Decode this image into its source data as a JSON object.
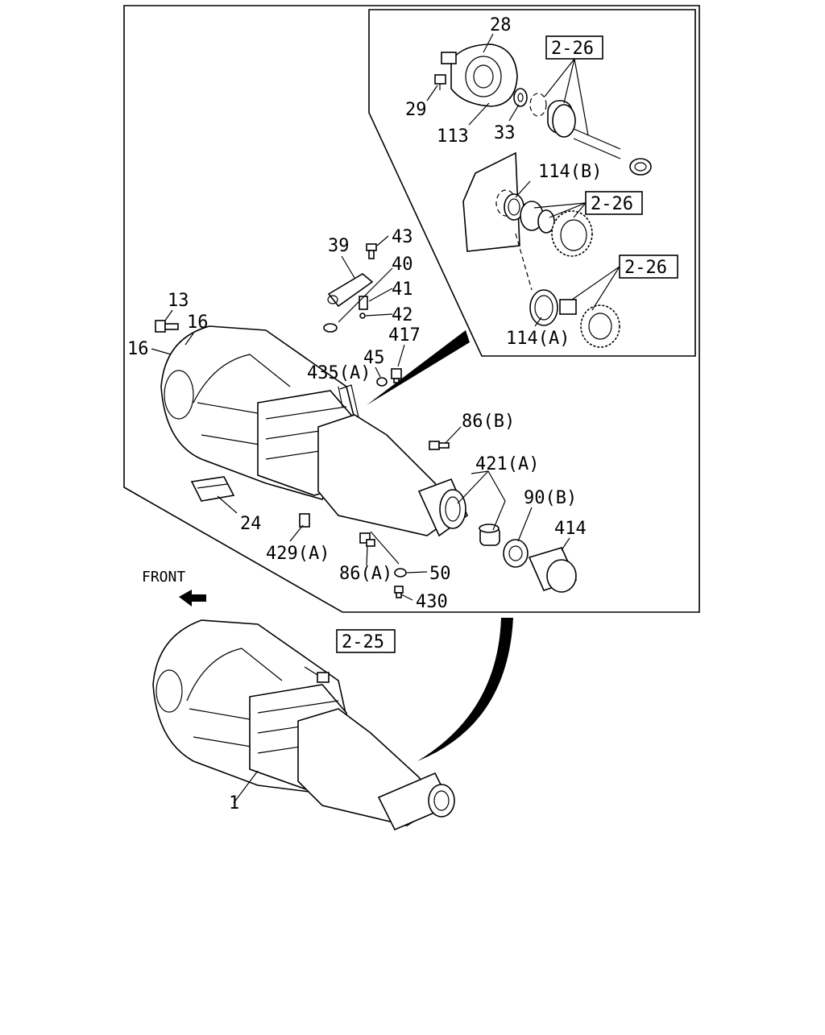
{
  "labels": {
    "p28": "28",
    "p29": "29",
    "p113": "113",
    "p33": "33",
    "ref_top": "2-26",
    "ref_mid": "2-26",
    "ref_low": "2-26",
    "p114b": "114(B)",
    "p114a": "114(A)",
    "p39": "39",
    "p43": "43",
    "p40": "40",
    "p41": "41",
    "p42": "42",
    "p13": "13",
    "p16a": "16",
    "p16b": "16",
    "p417": "417",
    "p45": "45",
    "p435a": "435(A)",
    "p86b": "86(B)",
    "p421a": "421(A)",
    "p90b": "90(B)",
    "p414": "414",
    "p24": "24",
    "p429a": "429(A)",
    "p86a": "86(A)",
    "p50": "50",
    "p430": "430",
    "front": "FRONT",
    "ref_225": "2-25",
    "p1": "1"
  },
  "icons": {
    "front_arrow": "front-arrow-icon"
  }
}
